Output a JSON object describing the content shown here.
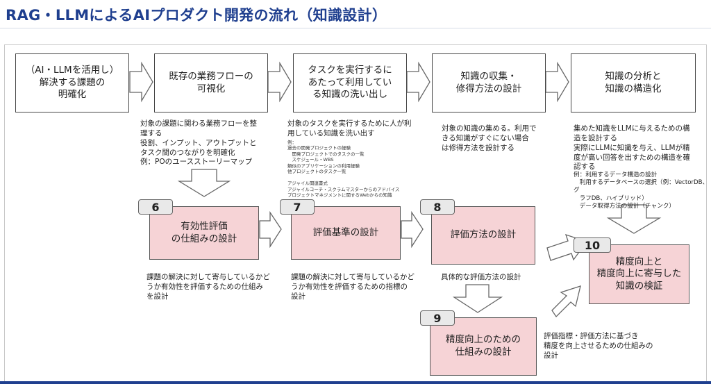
{
  "title": "RAG・LLMによるAIプロダクト開発の流れ（知識設計）",
  "steps": [
    {
      "label": "（AI・LLMを活用し）\n解決する課題の\n明確化"
    },
    {
      "label": "既存の業務フローの\n可視化"
    },
    {
      "label": "タスクを実行するに\nあたって利用してい\nる知識の洗い出し"
    },
    {
      "label": "知識の収集・\n修得方法の設計"
    },
    {
      "label": "知識の分析と\n知識の構造化"
    },
    {
      "num": "6",
      "label": "有効性評価\nの仕組みの設計"
    },
    {
      "num": "7",
      "label": "評価基準の設計"
    },
    {
      "num": "8",
      "label": "評価方法の設計"
    },
    {
      "num": "9",
      "label": "精度向上のための\n仕組みの設計"
    },
    {
      "num": "10",
      "label": "精度向上と\n精度向上に寄与した\n知識の検証"
    }
  ],
  "descriptions": {
    "step2": "対象の課題に関わる業務フローを整\n理する\n役割、インプット、アウトプットと\nタスク間のつながりを明確化\n例：POのユースストーリーマップ",
    "step3": "対象のタスクを実行するために人が利\n用している知識を洗い出す",
    "step3_example": "例：\n過去の開発プロジェクトの経験\n　開発プロジェクトでのタスクの一覧\n　スケジュール・WBS\n類似のアプリケーションの利用経験\n他プロジェクトのタスク一覧\n\nアジャイル関連書式\nアジャイルコーチ・スクラムマスターからのアドバイス\nプロジェクトマネジメントに関するWebからの知識",
    "step4": "対象の知識の集める。利用で\nきる知識がすぐにない場合\nは修得方法を設計する",
    "step5": "集めた知識をLLMに与えるための構\n造を設計する\n実際にLLMに知識を与え、LLMが精\n度が高い回答を出すための構造を確\n認する",
    "step5_example": "例：利用するデータ構造の設計\n　利用するデータベースの選択（例：VectorDB、グ\n　ラフDB、ハイブリッド）\n　データ取得方法の設計（チャンク）",
    "step6": "課題の解決に対して寄与しているかど\nうか有効性を評価するための仕組み\nを設計",
    "step7": "課題の解決に対して寄与しているかど\nうか有効性を評価するための指標の\n設計",
    "step8": "具体的な評価方法の設計",
    "step9": "評価指標・評価方法に基づき\n精度を向上させるための仕組みの\n設計"
  }
}
